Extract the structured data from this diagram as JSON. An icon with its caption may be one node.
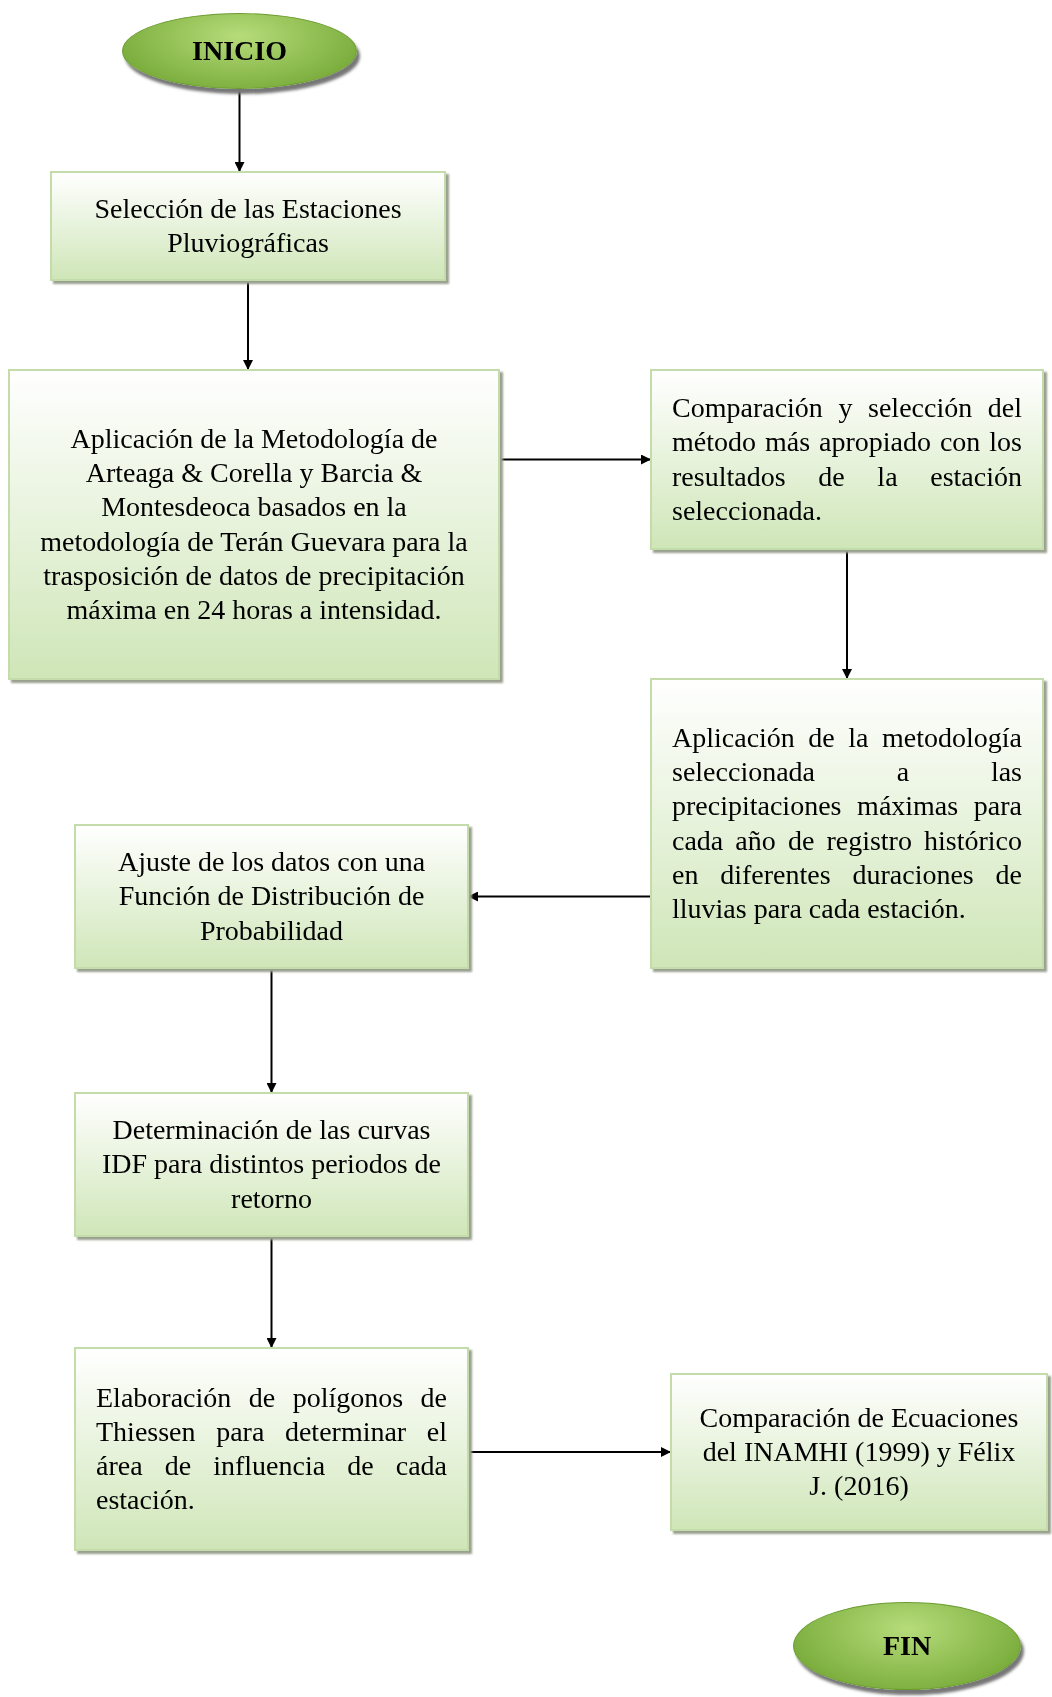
{
  "diagram": {
    "nodes": [
      {
        "text": [
          "INICIO"
        ]
      },
      {
        "text": [
          "Selección de las Estaciones Pluviográficas"
        ]
      },
      {
        "text": [
          "Aplicación de la Metodología de Arteaga & Corella y Barcia & Montesdeoca basados en la metodología de Terán Guevara para la trasposición de datos de precipitación máxima en 24 horas a intensidad."
        ]
      },
      {
        "text": [
          "Comparación y selección del método más apropiado con los resultados de la estación seleccionada."
        ]
      },
      {
        "text": [
          "Aplicación de la metodología seleccionada a las precipitaciones máximas para cada año de registro histórico en diferentes duraciones de lluvias para cada estación."
        ]
      },
      {
        "text": [
          "Ajuste de los datos con una Función de Distribución de Probabilidad"
        ]
      },
      {
        "text": [
          "Determinación de las curvas IDF para distintos periodos de retorno"
        ]
      },
      {
        "text": [
          "Elaboración de polígonos de Thiessen para determinar el área de influencia de cada estación."
        ]
      },
      {
        "text": [
          "Comparación de Ecuaciones del INAMHI (1999) y Félix J. (2016)"
        ]
      },
      {
        "text": [
          "FIN"
        ]
      }
    ],
    "edges": [
      {
        "from": 0,
        "to": 1,
        "arrow": "to"
      },
      {
        "from": 1,
        "to": 2,
        "arrow": "to"
      },
      {
        "from": 2,
        "to": 3,
        "arrow": "to"
      },
      {
        "from": 3,
        "to": 4,
        "arrow": "to"
      },
      {
        "from": 4,
        "to": 5,
        "arrow": "to"
      },
      {
        "from": 5,
        "to": 6,
        "arrow": "to"
      },
      {
        "from": 6,
        "to": 7,
        "arrow": "to"
      },
      {
        "from": 7,
        "to": 8,
        "arrow": "to"
      }
    ]
  }
}
